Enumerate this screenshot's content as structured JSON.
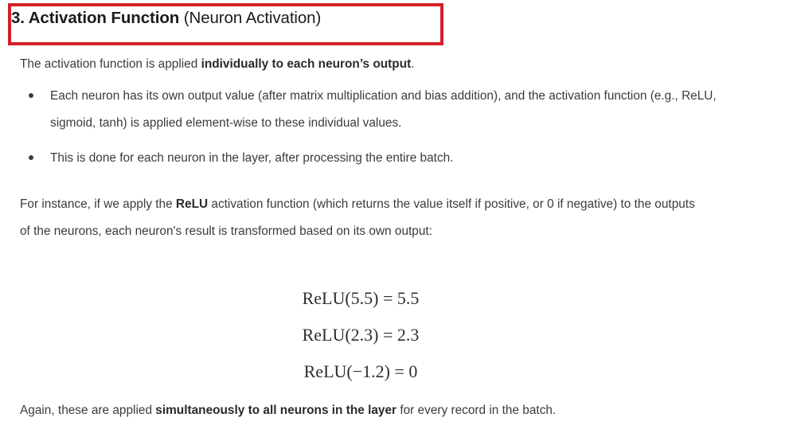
{
  "document": {
    "background_color": "#ffffff",
    "text_color": "#3b3b3b"
  },
  "heading": {
    "highlight_color": "#d32027",
    "number_and_title": "3. Activation Function",
    "parenthetical": " (Neuron Activation)"
  },
  "paragraphs": {
    "intro": {
      "part1": "The activation function is applied ",
      "bold": "individually to each neuron’s output",
      "part2": "."
    },
    "for_instance": {
      "part1": "For instance, if we apply the ",
      "bold": "ReLU",
      "part2": " activation function (which returns the value itself if positive, or 0 if negative) to the outputs of the neurons, each neuron's result is transformed based on its own output:"
    },
    "again": {
      "part1": "Again, these are applied ",
      "bold": "simultaneously to all neurons in the layer",
      "part2": " for every record in the batch."
    }
  },
  "bullets": [
    "Each neuron has its own output value (after matrix multiplication and bias addition), and the activation function (e.g., ReLU, sigmoid, tanh) is applied element-wise to these individual values.",
    "This is done for each neuron in the layer, after processing the entire batch."
  ],
  "equations": [
    "ReLU(5.5) = 5.5",
    "ReLU(2.3) = 2.3",
    "ReLU(−1.2) = 0"
  ]
}
